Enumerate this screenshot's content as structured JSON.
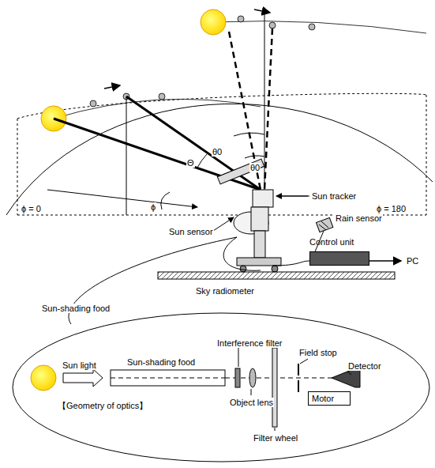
{
  "diagram": {
    "nodes": [
      {
        "text": [
          "【Geometry of optics】"
        ]
      },
      {
        "text": [
          "Motor"
        ],
        "in": 0
      },
      {
        "text": [
          "Control unit"
        ]
      }
    ],
    "labels": [
      "Θ",
      "θ0",
      "θ0",
      "ϕ = 0",
      "ϕ = 180",
      "ϕ",
      "Sun tracker",
      "Sun sensor",
      "Rain sensor",
      "PC",
      "Sky radiometer",
      "Sun-shading food",
      "Sun light",
      "Sun-shading food",
      "Interference filter",
      "Field stop",
      "Detector",
      "Object lens",
      "Filter wheel"
    ]
  }
}
